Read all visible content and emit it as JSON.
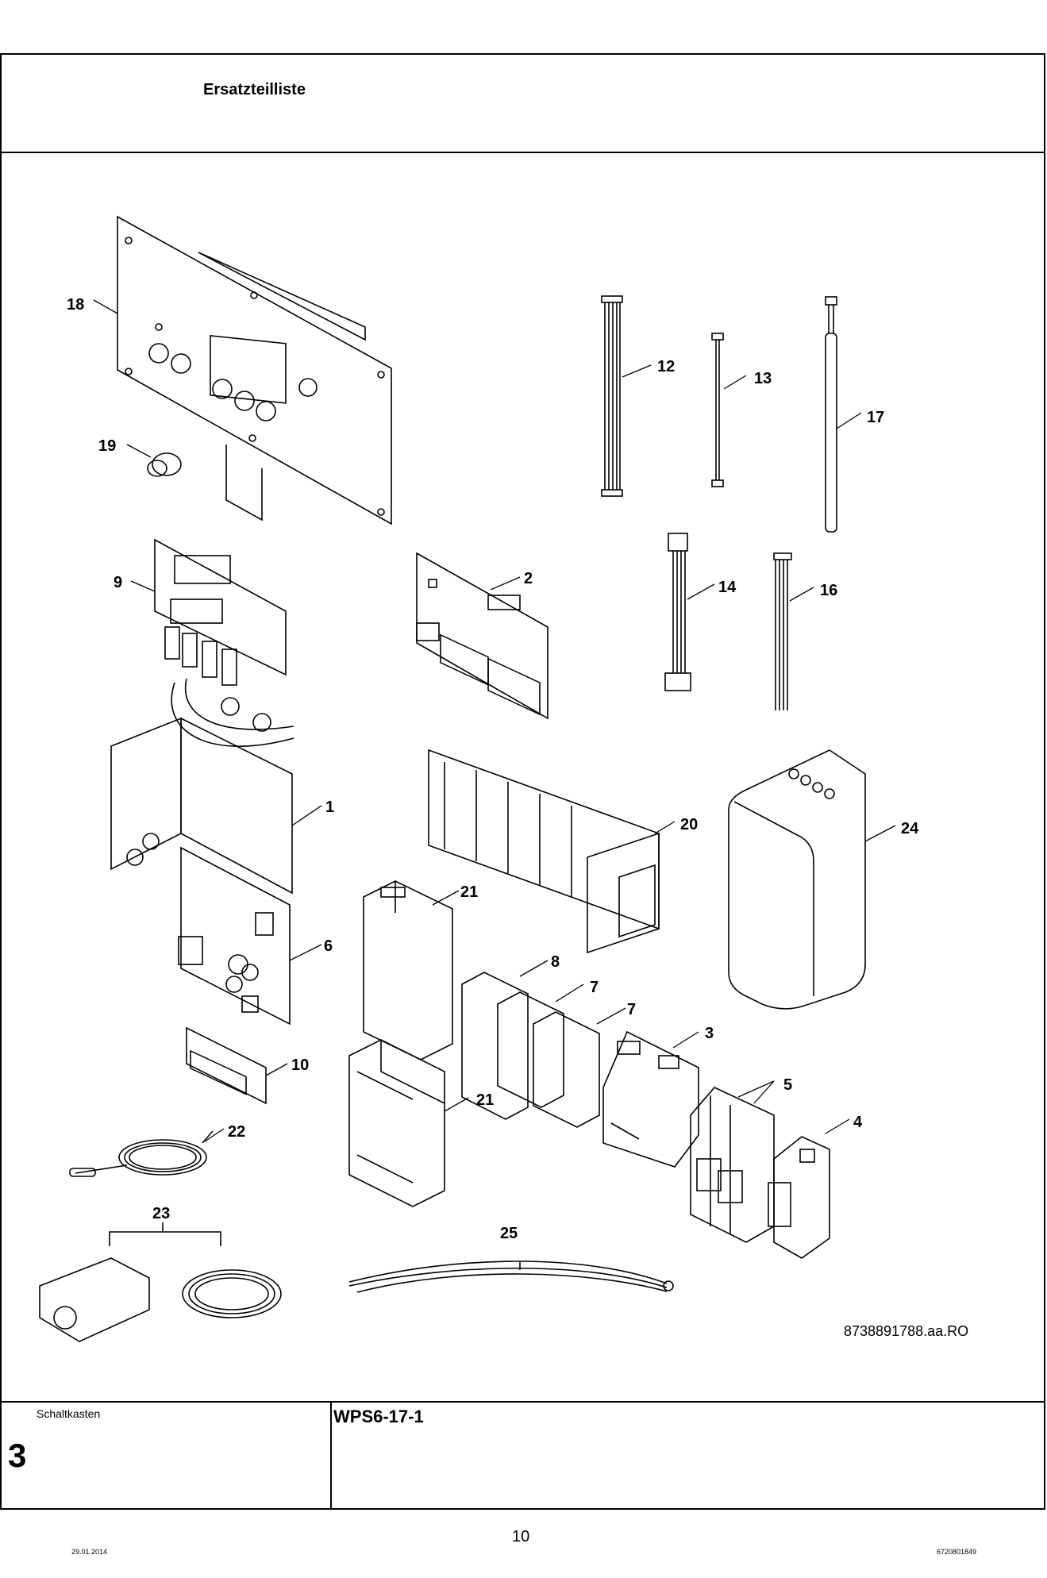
{
  "header": {
    "title": "Ersatzteilliste"
  },
  "figure": {
    "callouts": [
      "1",
      "2",
      "3",
      "4",
      "5",
      "6",
      "7",
      "7",
      "8",
      "9",
      "10",
      "12",
      "13",
      "14",
      "16",
      "17",
      "18",
      "19",
      "20",
      "21",
      "21",
      "22",
      "23",
      "24",
      "25"
    ],
    "reference_code": "8738891788.aa.RO"
  },
  "info": {
    "section_label": "Schaltkasten",
    "section_number": "3",
    "model": "WPS6-17-1"
  },
  "footer": {
    "date": "29.01.2014",
    "page": "10",
    "doc_number": "6720801849"
  }
}
